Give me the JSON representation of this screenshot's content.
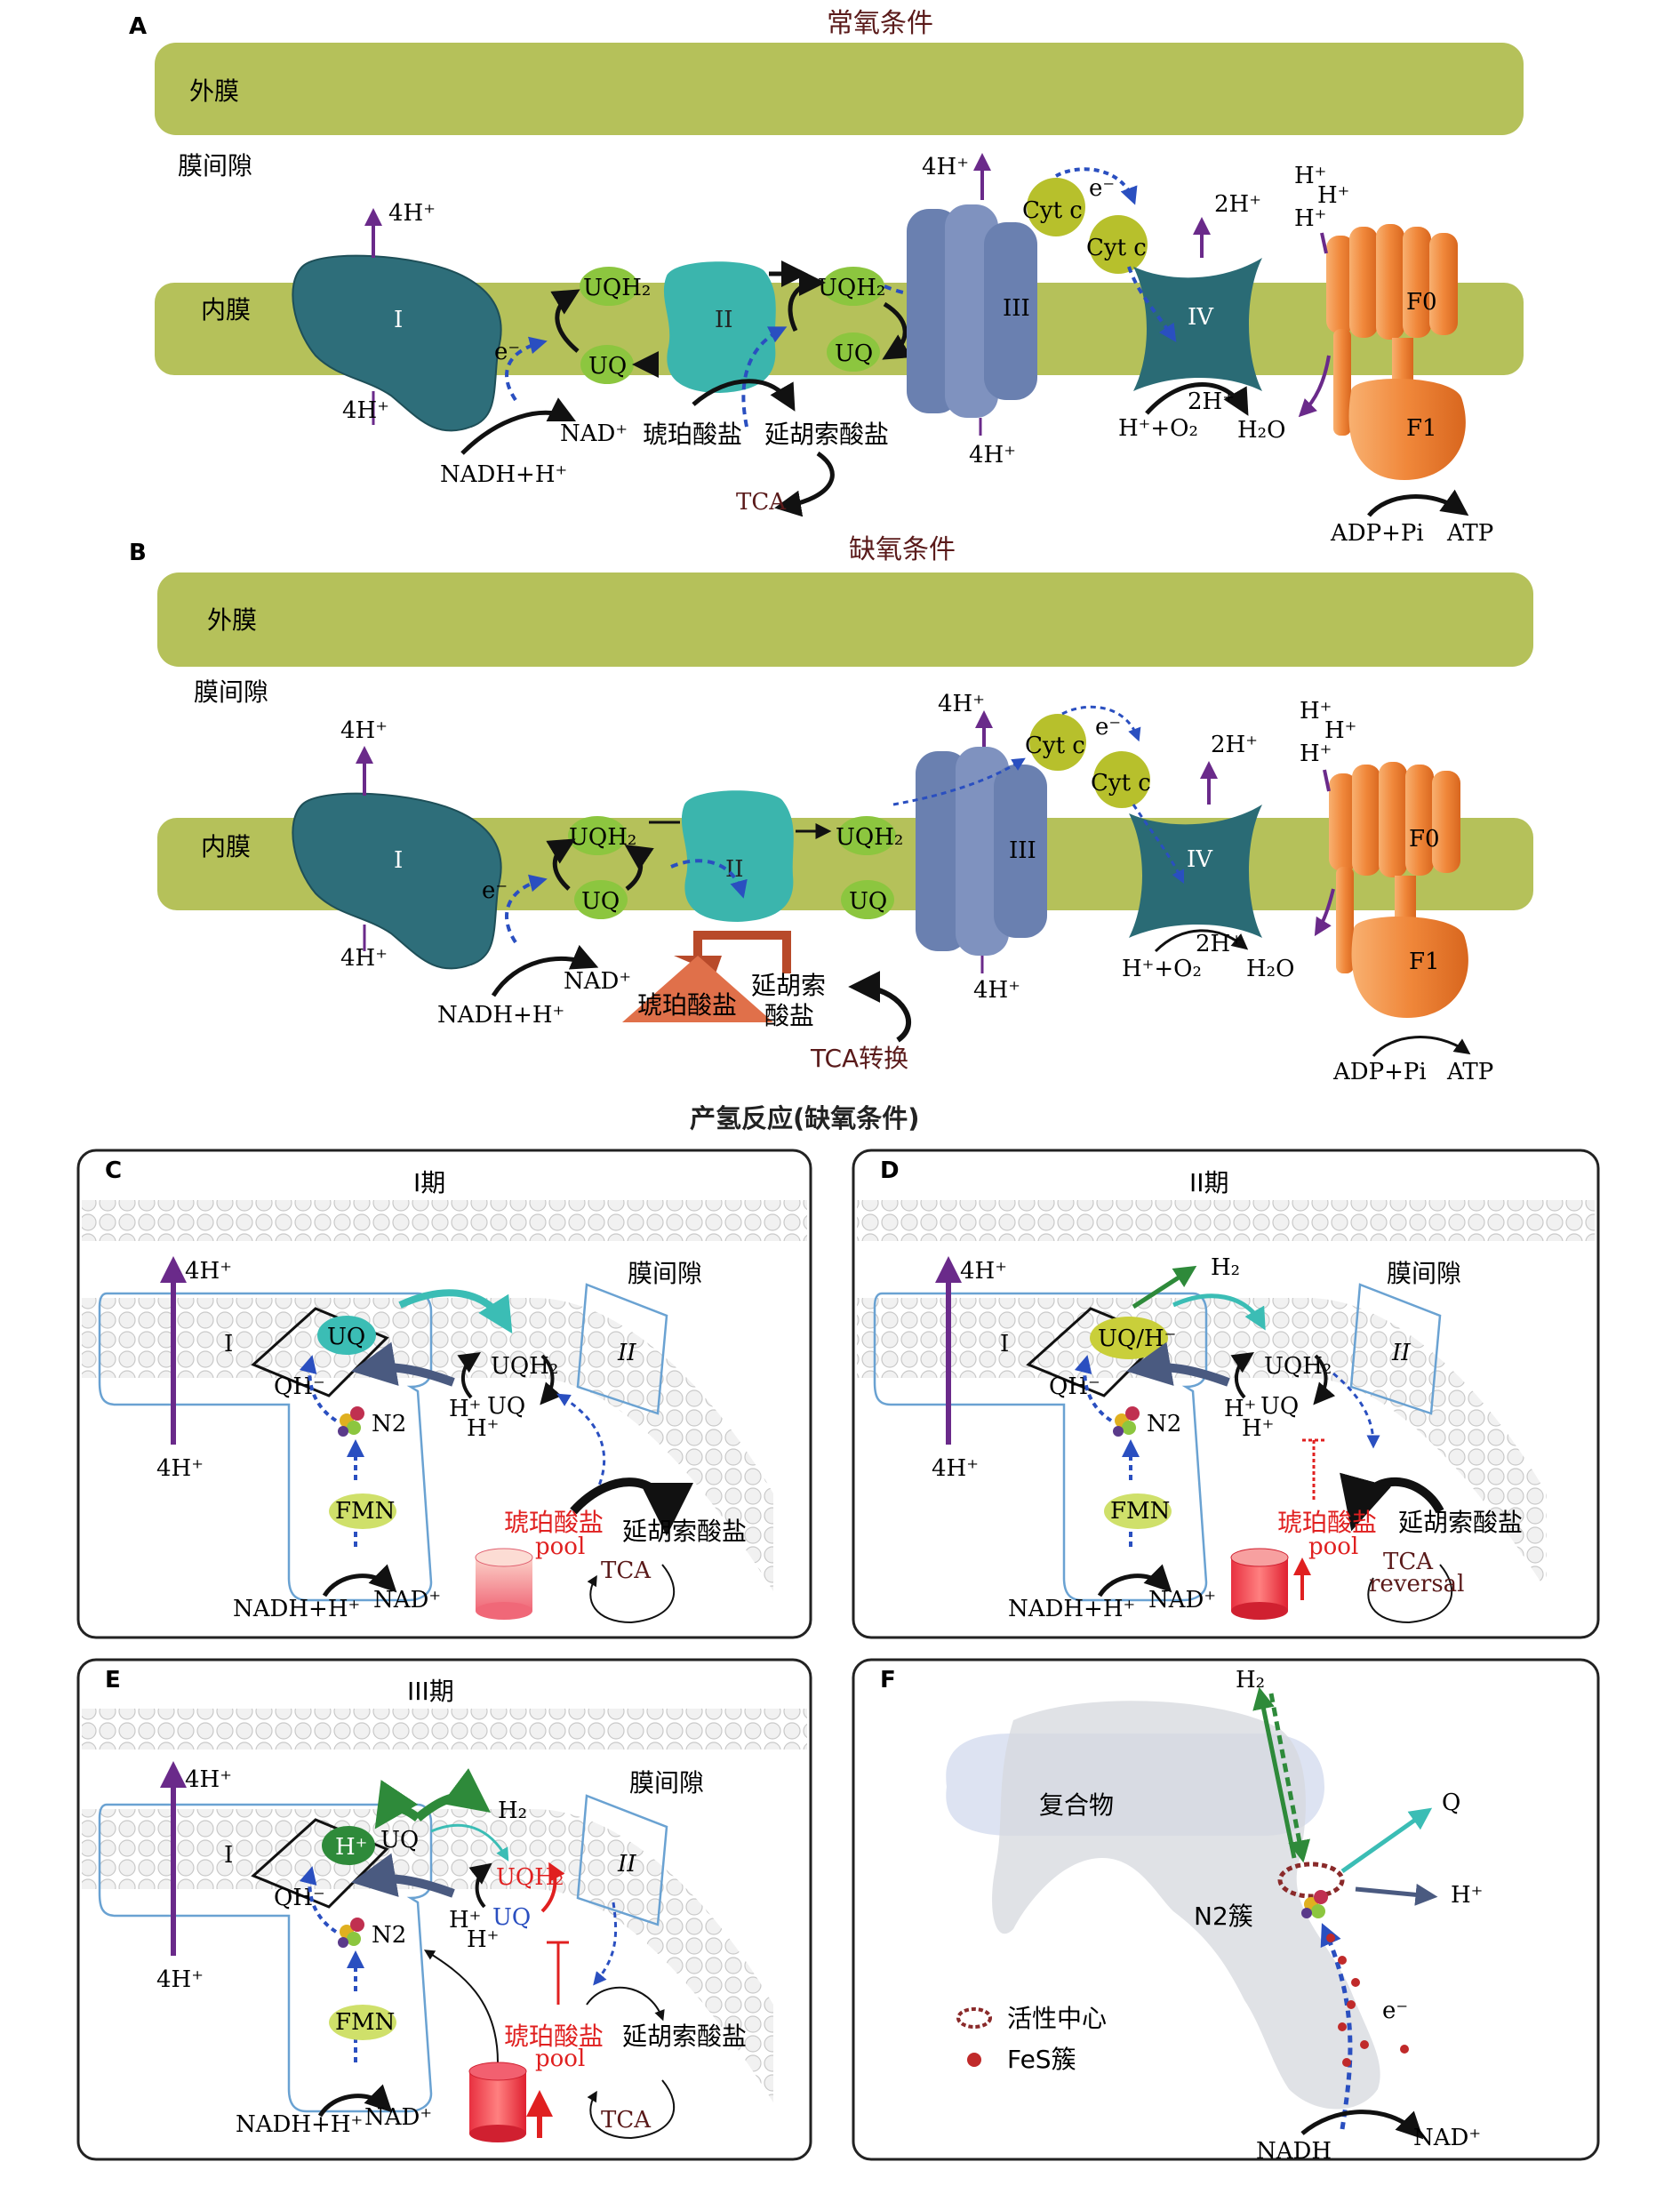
{
  "panelA": {
    "letter": "A",
    "title": "常氧条件",
    "outer_membrane": "外膜",
    "intermembrane": "膜间隙",
    "inner_membrane": "内膜",
    "complex1": "I",
    "complex2": "II",
    "complex3": "III",
    "complex4": "IV",
    "f0": "F0",
    "f1": "F1",
    "h4_top_c1": "4H⁺",
    "h4_bot_c1": "4H⁺",
    "h4_top_c3": "4H⁺",
    "h4_bot_c3": "4H⁺",
    "h2_top_c4": "2H⁺",
    "h2_mid_c4": "2H⁺",
    "hplus_o2": "H⁺+O₂",
    "h2o": "H₂O",
    "cytc1": "Cyt c",
    "cytc2": "Cyt c",
    "eminus": "e⁻",
    "e_c1": "e⁻",
    "uqh2_left": "UQH₂",
    "uq_left": "UQ",
    "uqh2_right": "UQH₂",
    "uq_right": "UQ",
    "nadh": "NADH+H⁺",
    "nad": "NAD⁺",
    "succinate": "琥珀酸盐",
    "fumarate": "延胡索酸盐",
    "tca": "TCA",
    "adp": "ADP+Pi",
    "atp": "ATP",
    "hH1": "H⁺",
    "hH2": "H⁺",
    "hH3": "H⁺"
  },
  "panelB": {
    "letter": "B",
    "title": "缺氧条件",
    "outer_membrane": "外膜",
    "intermembrane": "膜间隙",
    "inner_membrane": "内膜",
    "complex1": "I",
    "complex2": "II",
    "complex3": "III",
    "complex4": "IV",
    "f0": "F0",
    "f1": "F1",
    "h4_top_c1": "4H⁺",
    "h4_bot_c1": "4H⁺",
    "h4_top_c3": "4H⁺",
    "h4_bot_c3": "4H⁺",
    "h2_top_c4": "2H⁺",
    "h2_mid_c4": "2H⁺",
    "hplus_o2": "H⁺+O₂",
    "h2o": "H₂O",
    "cytc1": "Cyt c",
    "cytc2": "Cyt c",
    "eminus": "e⁻",
    "e_c1": "e⁻",
    "uqh2_left": "UQH₂",
    "uq_left": "UQ",
    "uqh2_right": "UQH₂",
    "uq_right": "UQ",
    "nadh": "NADH+H⁺",
    "nad": "NAD⁺",
    "succinate": "琥珀酸盐",
    "fumarate_1": "延胡索",
    "fumarate_2": "酸盐",
    "tca": "TCA转换",
    "adp": "ADP+Pi",
    "atp": "ATP",
    "hH1": "H⁺",
    "hH2": "H⁺",
    "hH3": "H⁺"
  },
  "section_title": "产氢反应(缺氧条件)",
  "panelC": {
    "letter": "C",
    "phase": "I期",
    "intermembrane": "膜间隙",
    "h4_top": "4H⁺",
    "h4_bot": "4H⁺",
    "complex1": "I",
    "complex2": "II",
    "uq": "UQ",
    "qh": "QH⁻",
    "n2": "N2",
    "fmn": "FMN",
    "uqh2": "UQH₂",
    "uq2": "UQ",
    "hplus1": "H⁺",
    "hplus2": "H⁺",
    "succinate": "琥珀酸盐",
    "pool": "pool",
    "fumarate": "延胡索酸盐",
    "tca": "TCA",
    "nadh": "NADH+H⁺",
    "nad": "NAD⁺"
  },
  "panelD": {
    "letter": "D",
    "phase": "II期",
    "intermembrane": "膜间隙",
    "h4_top": "4H⁺",
    "h4_bot": "4H⁺",
    "h2": "H₂",
    "complex1": "I",
    "complex2": "II",
    "uq": "UQ/H⁻",
    "qh": "QH⁻",
    "n2": "N2",
    "fmn": "FMN",
    "uqh2": "UQH₂",
    "uq2": "UQ",
    "hplus1": "H⁺",
    "hplus2": "H⁺",
    "succinate": "琥珀酸盐",
    "pool": "pool",
    "fumarate": "延胡索酸盐",
    "tca1": "TCA",
    "tca2": "reversal",
    "nadh": "NADH+H⁺",
    "nad": "NAD⁺"
  },
  "panelE": {
    "letter": "E",
    "phase": "III期",
    "intermembrane": "膜间隙",
    "h4_top": "4H⁺",
    "h4_bot": "4H⁺",
    "h2": "H₂",
    "complex1": "I",
    "complex2": "II",
    "hplus_green": "H⁺",
    "uq": "UQ",
    "qh": "QH⁻",
    "n2": "N2",
    "fmn": "FMN",
    "uqh2": "UQH₂",
    "uq2": "UQ",
    "hplus1": "H⁺",
    "hplus2": "H⁺",
    "succinate": "琥珀酸盐",
    "pool": "pool",
    "fumarate": "延胡索酸盐",
    "tca": "TCA",
    "nadh": "NADH+H⁺",
    "nad": "NAD⁺"
  },
  "panelF": {
    "letter": "F",
    "h2": "H₂",
    "complex": "复合物",
    "q": "Q",
    "hplus": "H⁺",
    "n2": "N2簇",
    "eminus": "e⁻",
    "legend_active": "活性中心",
    "legend_fes": "FeS簇",
    "nadh": "NADH",
    "nad": "NAD⁺"
  },
  "colors": {
    "membrane": "#b5c15a",
    "complex_teal": "#2e6e7a",
    "complex_cyan": "#3bb5ad",
    "complex_blue": "#6a80b0",
    "uq_green": "#8cc63f",
    "cytc": "#b7c02c",
    "atp_orange": "#f08a3c",
    "proton_purple": "#6a2a8a",
    "electron_blue": "#2a4fc0",
    "red_text": "#e02020",
    "title_darkred": "#5a1a1a"
  }
}
